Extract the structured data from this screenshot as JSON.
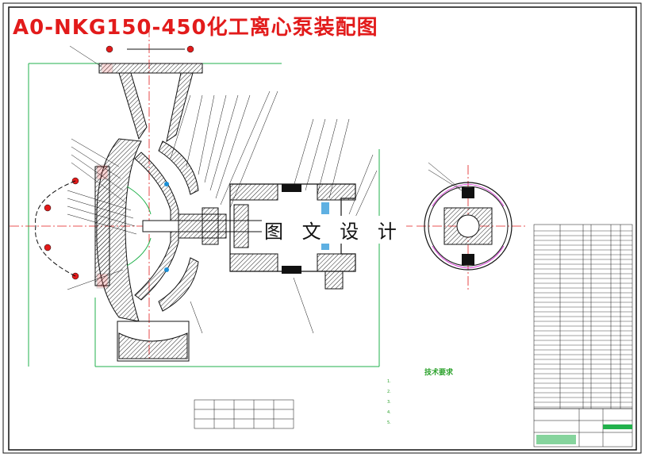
{
  "drawing": {
    "title": "A0-NKG150-450化工离心泵装配图",
    "watermark": "图 文 设 计"
  },
  "notes": {
    "heading": "技术要求",
    "lines": [
      "1.",
      "2.",
      "3.",
      "4.",
      "5."
    ]
  },
  "parameters": {
    "label": "",
    "headers": [
      "",
      "",
      "",
      "",
      ""
    ],
    "row1": [
      "",
      "",
      "",
      "",
      ""
    ],
    "row2": [
      "",
      "",
      "",
      "",
      ""
    ]
  },
  "colors": {
    "title": "#e21b1b",
    "outline": "#111111",
    "centerline": "#e21b1b",
    "green": "#22b14c",
    "magenta": "#d11fd1",
    "hatch": "#222222"
  }
}
